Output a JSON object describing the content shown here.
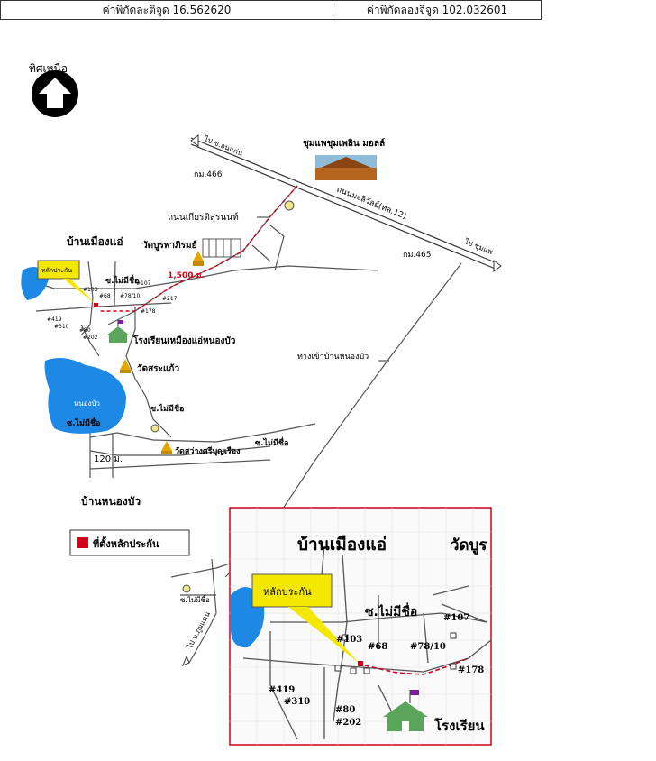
{
  "header": {
    "latitude": "ค่าพิกัดละติจูด 16.562620",
    "longitude": "ค่าพิกัดลองจิจูด 102.032601"
  },
  "compass": {
    "label": "ทิศเหนือ",
    "icon": "north-arrow-icon"
  },
  "roads": {
    "mall": "ชุมแพชุมเพลิน มอลล์",
    "km466": "กม.466",
    "km465": "กม.465",
    "highway": "ถนนมะลิวัลย์(ทล.12)",
    "to_khonkaen": "ไป ชุมแพ",
    "to_khonkaen2": "ไป ข.อนแก่น",
    "kiat_road": "ถนนเกียรติสุรนนท์",
    "nongbua_entrance": "ทางเข้าบ้านหนองบัว",
    "distance_1500": "1,500 ม.",
    "distance_120": "120 ม.",
    "to_bottom": "ไป บ.ภูผแดน"
  },
  "places": {
    "ban_mueang_ae": "บ้านเมืองแอ่",
    "wat_phuttha": "วัดบูรพาภิรมย์",
    "school": "โรงเรียนเหมืองแอ่หนองบัว",
    "wat_sa_kaew": "วัดสระแก้ว",
    "nong_bua_lake": "หนองบัว",
    "soi_no_name1": "ซ.ไม่มีชื่อ",
    "soi_no_name2": "ซ.ไม่มีชื่อ",
    "soi_no_name3": "ซ.ไม่มีชื่อ",
    "soi_no_name4": "ซ.ไม่มีชื่อ",
    "soi_no_name5": "ซ.ไม่มีชื่อ",
    "wat_sawang": "วัดสว่างศรีบุญเรือง",
    "ban_nong_bua": "บ้านหนองบัว",
    "marker_callout": "หลักประกัน"
  },
  "small_labels": {
    "h107": "#107",
    "h68": "#68",
    "h78": "#78/10",
    "h217": "#217",
    "h178": "#178",
    "h419": "#419",
    "h310": "#310",
    "h80": "#80",
    "h202": "#202",
    "h103": "#103"
  },
  "legend": {
    "label": "ที่ตั้งหลักประกัน",
    "color": "#d0021b"
  },
  "inset": {
    "title": "บ้านเมืองแอ่",
    "title_right": "วัดบูร",
    "soi": "ซ.ไม่มีชื่อ",
    "callout": "หลักประกัน",
    "school": "โรงเรียน",
    "labels": {
      "h107": "#107",
      "h103": "#103",
      "h68": "#68",
      "h78": "#78/10",
      "h178": "#178",
      "h419": "#419",
      "h310": "#310",
      "h80": "#80",
      "h202": "#202"
    }
  },
  "colors": {
    "road": "#555555",
    "water": "#1e88e5",
    "route": "#d0021b",
    "callout": "#f5e800",
    "inset_border": "#d0021b",
    "temple": "#e0a800",
    "school": "#5aa55a"
  }
}
